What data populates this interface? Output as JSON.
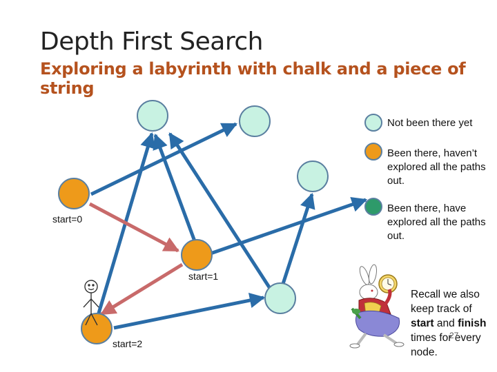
{
  "slide": {
    "title": "Depth First Search",
    "subtitle": "Exploring a labyrinth with chalk and a piece of string",
    "page_number": "27"
  },
  "colors": {
    "unvisited": "#c8f2e2",
    "in_progress": "#ee9a1a",
    "finished": "#2e9a6a",
    "tree_edge": "#c86a6a",
    "graph_edge": "#2a6ca8",
    "node_stroke": "#5a7fa0",
    "subtitle": "#b5521e"
  },
  "legend": {
    "not_visited": "Not been there yet",
    "in_progress": "Been there, haven’t explored all the paths out.",
    "done": "Been there, have explored all the paths out."
  },
  "labels": {
    "start0": "start=0",
    "start1": "start=1",
    "start2": "start=2"
  },
  "recall": {
    "line1": "Recall we also keep track of",
    "start_word": "start",
    "and_word": "and",
    "finish_word": "finish",
    "line2": "times for every node."
  },
  "icons": {
    "stick_figure": "stick-figure-icon",
    "white_rabbit": "white-rabbit-clock-icon"
  }
}
